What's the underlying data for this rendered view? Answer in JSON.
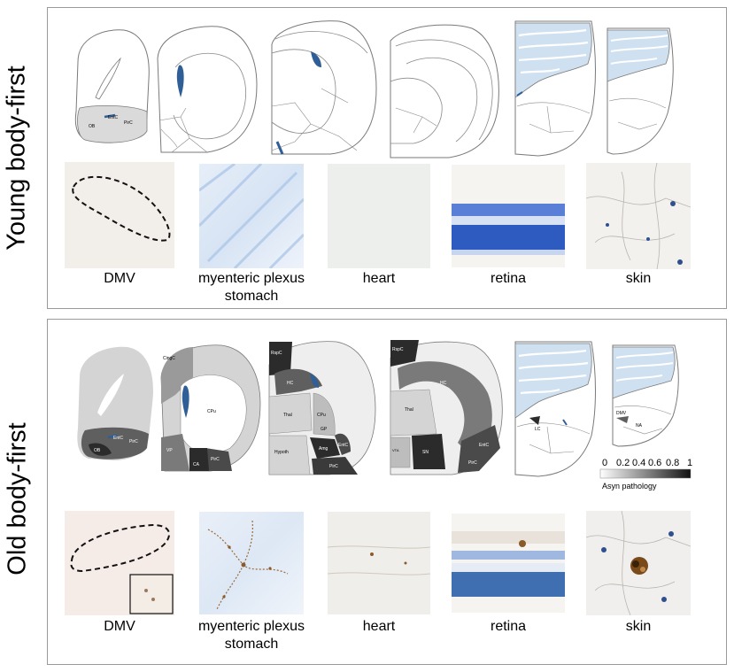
{
  "colors": {
    "outline": "#7a7a7a",
    "brain_fill": "#ffffff",
    "highlight_blue": "#2f5f96",
    "cerebellum_blue": "#cfe0f1",
    "grey_light": "#d4d4d4",
    "grey_mid": "#9a9a9a",
    "grey_dark": "#5f5f5f",
    "grey_black": "#2b2b2b",
    "retina_blue": "#2e5bc0",
    "brown_stain": "#8a5a2b"
  },
  "panels": [
    {
      "id": "young",
      "label": "Young body-first",
      "region_labels": {
        "bulb": [
          "EntC",
          "PirC",
          "OB"
        ]
      },
      "captions": [
        "DMV",
        "myenteric plexus\nstomach",
        "heart",
        "retina",
        "skin"
      ]
    },
    {
      "id": "old",
      "label": "Old body-first",
      "region_labels": {
        "bulb": [
          "EntC",
          "PirC",
          "OB"
        ],
        "s2": [
          "CingC",
          "CPu",
          "VP",
          "EntC",
          "PirC",
          "CA"
        ],
        "s3": [
          "RspC",
          "HC",
          "Thal",
          "CPu",
          "GP",
          "Hypoth",
          "Amg",
          "EntC",
          "PirC"
        ],
        "s4": [
          "RspC",
          "HC",
          "Thal",
          "VTA",
          "SN",
          "EntC",
          "PirC"
        ],
        "s5": [
          "LC"
        ],
        "s6": [
          "DMV",
          "NA"
        ]
      },
      "captions": [
        "DMV",
        "myenteric plexus\nstomach",
        "heart",
        "retina",
        "skin"
      ]
    }
  ],
  "colorbar": {
    "ticks": [
      "0",
      "0.2",
      "0.4",
      "0.6",
      "0.8",
      "1"
    ],
    "label": "Asyn pathology"
  },
  "icons": [
    "brain-section",
    "histology-photo"
  ]
}
